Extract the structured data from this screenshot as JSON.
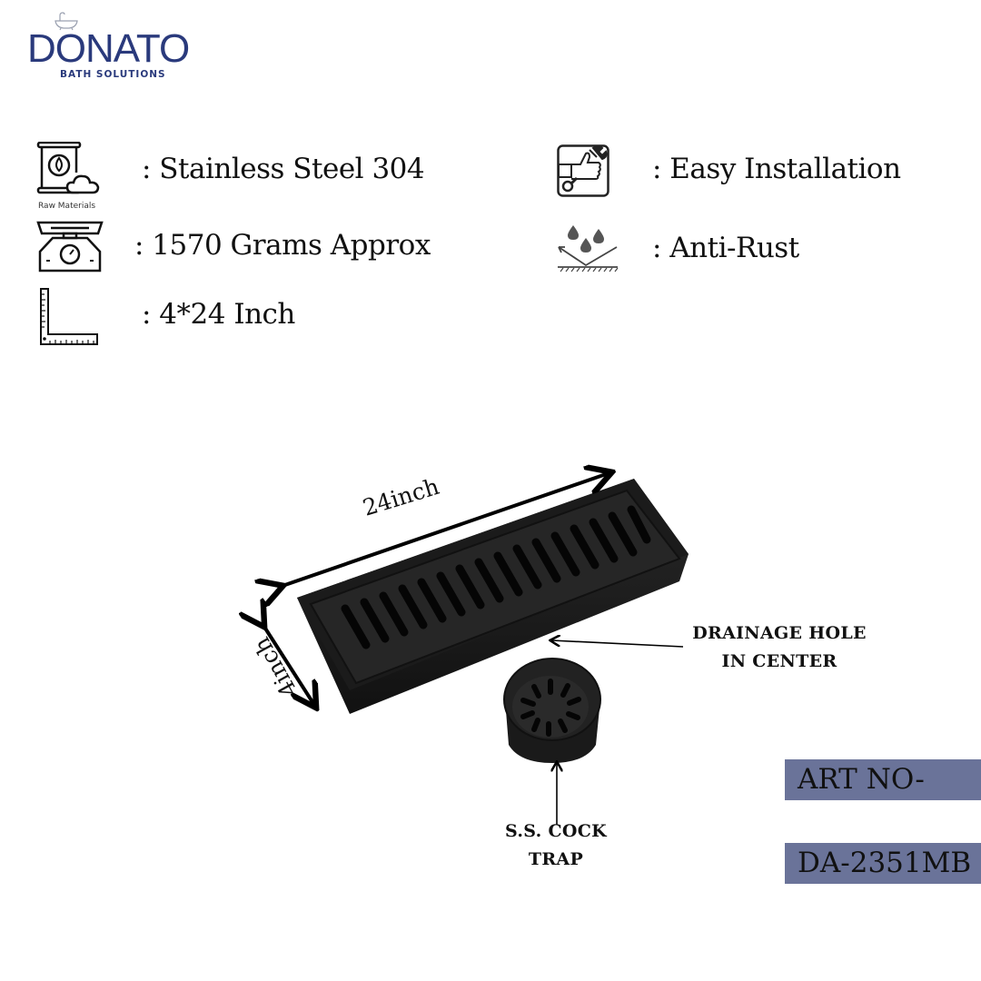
{
  "brand": {
    "name": "DONATO",
    "tagline": "BATH SOLUTIONS",
    "color": "#2a3a7c"
  },
  "specs": [
    {
      "icon": "raw-materials-icon",
      "icon_caption": "Raw Materials",
      "text": ": Stainless Steel 304"
    },
    {
      "icon": "weighing-scale-icon",
      "text": ": 1570 Grams Approx"
    },
    {
      "icon": "measuring-ruler-icon",
      "text": ": 4*24 Inch"
    },
    {
      "icon": "easy-installation-icon",
      "text": ": Easy Installation"
    },
    {
      "icon": "anti-rust-icon",
      "text": ": Anti-Rust"
    }
  ],
  "product": {
    "image": "linear-shower-drain-black",
    "dimensions": {
      "length": "24inch",
      "width": "4inch"
    },
    "callouts": {
      "drainage_line1": "DRAINAGE HOLE",
      "drainage_line2": "IN CENTER",
      "trap_line1": "S.S. COCK",
      "trap_line2": "TRAP"
    }
  },
  "article": {
    "label": "ART NO-",
    "number": "DA-2351MB",
    "box_color": "#6a7399"
  }
}
